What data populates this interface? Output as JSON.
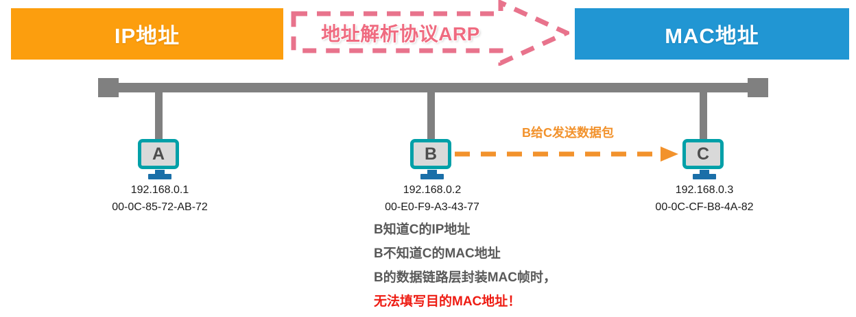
{
  "header": {
    "ip_box": {
      "label": "IP地址",
      "color": "#fc9e0e"
    },
    "mac_box": {
      "label": "MAC地址",
      "color": "#2196d3"
    },
    "arp_arrow": {
      "label": "地址解析协议ARP",
      "color": "#ef6b80"
    }
  },
  "network": {
    "bus_color": "#808080",
    "computers": [
      {
        "id": "A",
        "label": "A",
        "ip": "192.168.0.1",
        "mac": "00-0C-85-72-AB-72"
      },
      {
        "id": "B",
        "label": "B",
        "ip": "192.168.0.2",
        "mac": "00-E0-F9-A3-43-77"
      },
      {
        "id": "C",
        "label": "C",
        "ip": "192.168.0.3",
        "mac": "00-0C-CF-B8-4A-82"
      }
    ],
    "packet_arrow": {
      "label": "B给C发送数据包",
      "color": "#f2922c",
      "from": "B",
      "to": "C"
    }
  },
  "notes": {
    "line1": "B知道C的IP地址",
    "line2": "B不知道C的MAC地址",
    "line3": "B的数据链路层封装MAC帧时，",
    "line4": "无法填写目的MAC地址！",
    "alert_color": "#ee1c13"
  }
}
